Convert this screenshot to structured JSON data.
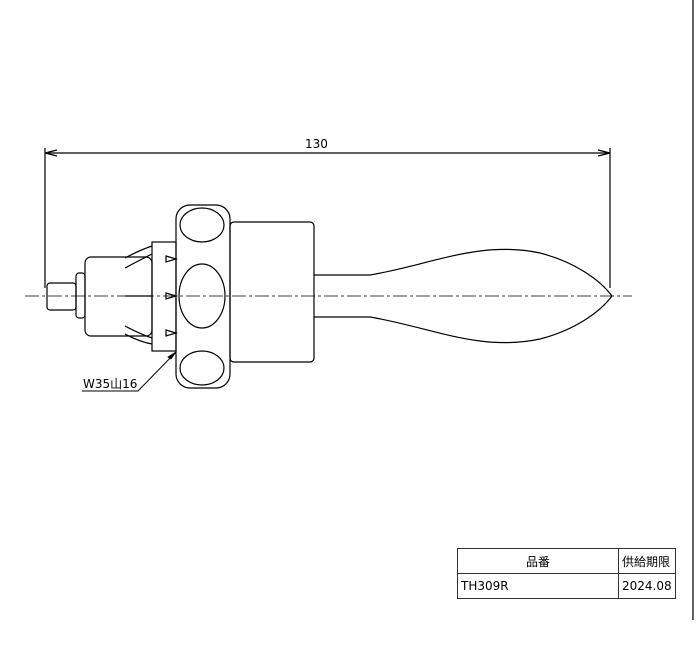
{
  "drawing": {
    "dimension_label": "130",
    "thread_label": "W35山16"
  },
  "title_block": {
    "headers": [
      "品番",
      "供給期限"
    ],
    "values": [
      "TH309R",
      "2024.08"
    ]
  }
}
